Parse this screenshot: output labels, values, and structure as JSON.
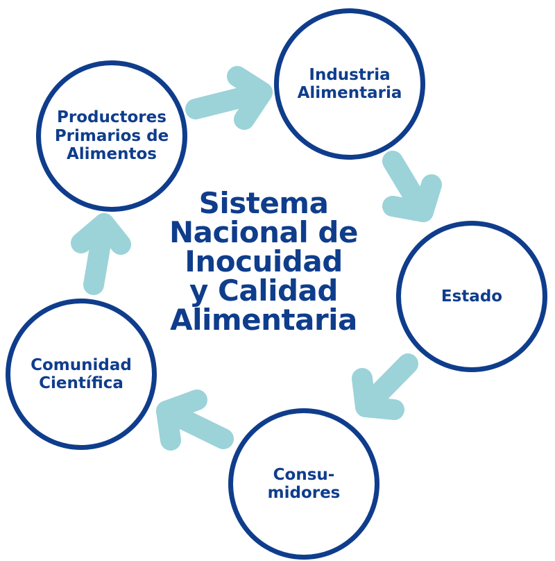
{
  "diagram": {
    "title": "Sistema\nNacional de\nInocuidad\ny Calidad\nAlimentaria",
    "nodes": [
      {
        "id": "productores",
        "label": "Productores\nPrimarios de\nAlimentos"
      },
      {
        "id": "industria",
        "label": "Industria\nAlimentaria"
      },
      {
        "id": "estado",
        "label": "Estado"
      },
      {
        "id": "consumidores",
        "label": "Consu-\nmidores"
      },
      {
        "id": "comunidad",
        "label": "Comunidad\nCientífica"
      }
    ],
    "flow": [
      {
        "from": "productores",
        "to": "industria"
      },
      {
        "from": "industria",
        "to": "estado"
      },
      {
        "from": "estado",
        "to": "consumidores"
      },
      {
        "from": "consumidores",
        "to": "comunidad"
      },
      {
        "from": "comunidad",
        "to": "productores"
      }
    ],
    "colors": {
      "circle_border": "#0f3d8c",
      "text": "#0f3d8c",
      "arrow": "#9bd3d9",
      "background": "#ffffff"
    }
  }
}
